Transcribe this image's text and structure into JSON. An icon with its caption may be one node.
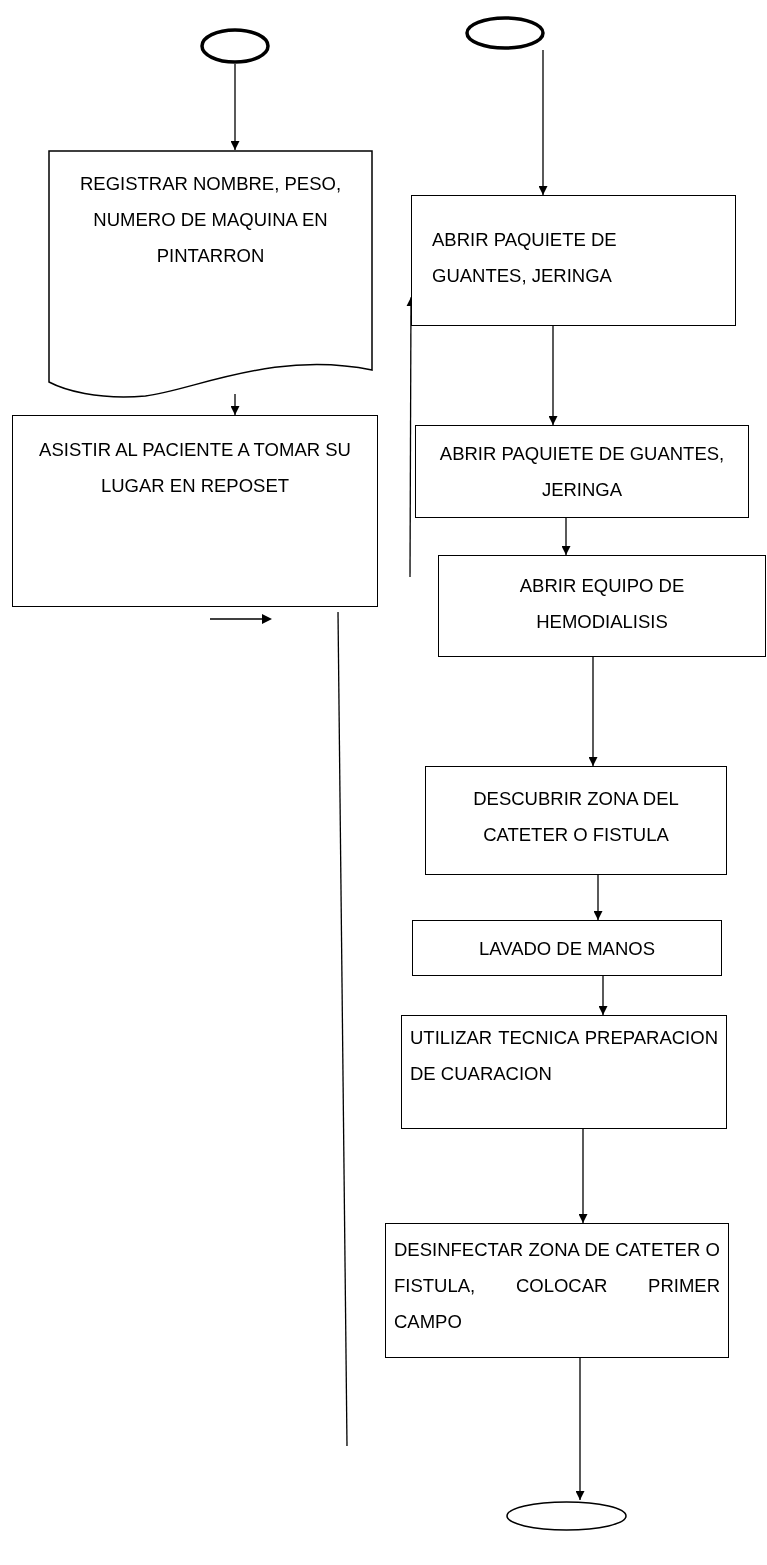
{
  "diagram": {
    "nodes": [
      {
        "text": [],
        "shape": "ellipse"
      },
      {
        "text": [],
        "shape": "ellipse"
      },
      {
        "text": [
          "REGISTRAR NOMBRE, PESO, NUMERO DE MAQUINA EN PINTARRON"
        ]
      },
      {
        "text": [
          "ASISTIR AL PACIENTE A TOMAR SU LUGAR EN REPOSET"
        ]
      },
      {
        "text": [
          "ABRIR PAQUIETE DE GUANTES, JERINGA"
        ]
      },
      {
        "text": [
          "ABRIR PAQUIETE DE GUANTES, JERINGA"
        ]
      },
      {
        "text": [
          "ABRIR EQUIPO DE HEMODIALISIS"
        ]
      },
      {
        "text": [
          "DESCUBRIR ZONA DEL CATETER O FISTULA"
        ]
      },
      {
        "text": [
          "LAVADO DE MANOS"
        ]
      },
      {
        "text": [
          "UTILIZAR TECNICA PREPARACION DE CUARACION"
        ]
      },
      {
        "text": [
          "DESINFECTAR ZONA DE CATETER O FISTULA, COLOCAR PRIMER CAMPO"
        ]
      },
      {
        "text": [],
        "shape": "ellipse"
      }
    ],
    "edges": [
      {
        "from": 0,
        "to": 2,
        "arrow": "to"
      },
      {
        "from": 1,
        "to": 4,
        "arrow": "to"
      },
      {
        "from": 2,
        "to": 3,
        "arrow": "to"
      },
      {
        "from": null,
        "to": 4,
        "arrow": "to"
      },
      {
        "from": 4,
        "to": 5,
        "arrow": "to"
      },
      {
        "from": 5,
        "to": 6,
        "arrow": "to"
      },
      {
        "from": 6,
        "to": 7,
        "arrow": "to"
      },
      {
        "from": 7,
        "to": 8,
        "arrow": "to"
      },
      {
        "from": 8,
        "to": 9,
        "arrow": "to"
      },
      {
        "from": 9,
        "to": 10,
        "arrow": "to"
      },
      {
        "from": 10,
        "to": 11,
        "arrow": "to"
      }
    ]
  }
}
